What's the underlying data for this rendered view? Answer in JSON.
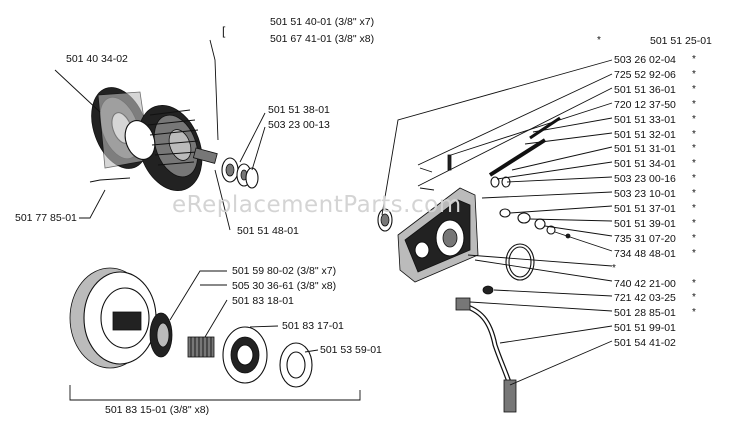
{
  "watermark": "eReplacementParts.com",
  "clutch_group": {
    "bracket": "[",
    "labels": {
      "p1": "501 51 40-01 (3/8\" x7)",
      "p2": "501 67 41-01 (3/8\" x8)",
      "p3": "501 40 34-02",
      "p4": "501 51 38-01",
      "p5": "503 23 00-13",
      "p6": "501 77 85-01",
      "p7": "501 51 48-01"
    }
  },
  "drum_group": {
    "labels": {
      "p1": "501 59 80-02 (3/8\" x7)",
      "p2": "505 30 36-61 (3/8\" x8)",
      "p3": "501 83 18-01",
      "p4": "501 83 17-01",
      "p5": "501 53 59-01",
      "p6": "501 83 15-01 (3/8\" x8)"
    }
  },
  "pump_group": {
    "header_star": "*",
    "header": "501 51 25-01",
    "parts": [
      {
        "num": "503 26 02-04",
        "star": "*"
      },
      {
        "num": "725 52 92-06",
        "star": "*"
      },
      {
        "num": "501 51 36-01",
        "star": "*"
      },
      {
        "num": "720 12 37-50",
        "star": "*"
      },
      {
        "num": "501 51 33-01",
        "star": "*"
      },
      {
        "num": "501 51 32-01",
        "star": "*"
      },
      {
        "num": "501 51 31-01",
        "star": "*"
      },
      {
        "num": "501 51 34-01",
        "star": "*"
      },
      {
        "num": "503 23 00-16",
        "star": "*"
      },
      {
        "num": "503 23 10-01",
        "star": "*"
      },
      {
        "num": "501 51 37-01",
        "star": "*"
      },
      {
        "num": "501 51 39-01",
        "star": "*"
      },
      {
        "num": "735 31 07-20",
        "star": "*"
      },
      {
        "num": "734 48 48-01",
        "star": "*"
      },
      {
        "num": "",
        "star": "*"
      },
      {
        "num": "740 42 21-00",
        "star": "*"
      },
      {
        "num": "721 42 03-25",
        "star": "*"
      },
      {
        "num": "501 28 85-01",
        "star": "*"
      },
      {
        "num": "501 51 99-01",
        "star": ""
      },
      {
        "num": "501 54 41-02",
        "star": ""
      }
    ]
  }
}
